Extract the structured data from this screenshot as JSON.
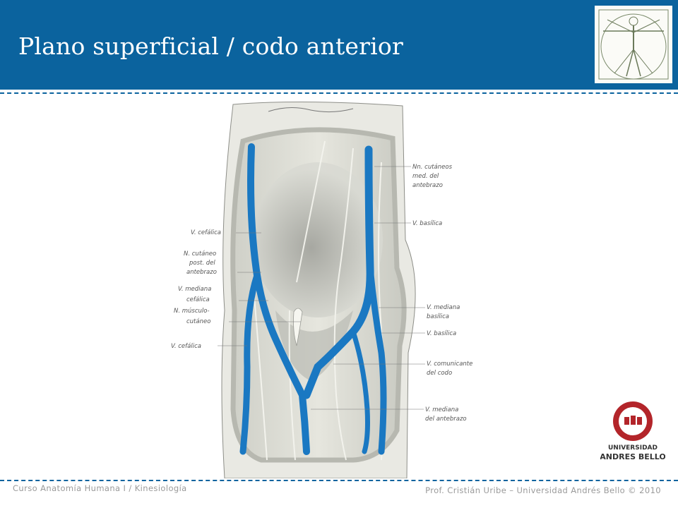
{
  "header": {
    "title": "Plano superficial / codo anterior"
  },
  "illustration": {
    "left_labels": [
      "V. cefálica",
      "N. cutáneo",
      "post. del",
      "antebrazo",
      "V. mediana",
      "cefálica",
      "N. músculo-",
      "cutáneo",
      "V. cefálica"
    ],
    "right_labels": [
      "Nn. cutáneos",
      "med. del",
      "antebrazo",
      "V. basílica",
      "V. mediana",
      "basílica",
      "V. basílica",
      "V. comunicante",
      "del codo",
      "V. mediana",
      "del antebrazo"
    ]
  },
  "logo": {
    "line1": "UNIVERSIDAD",
    "line2": "ANDRES BELLO"
  },
  "footer": {
    "left": "Curso Anatomía Humana I / Kinesiología",
    "right": "Prof. Cristián Uribe – Universidad Andrés Bello © 2010"
  },
  "colors": {
    "header_blue": "#0b639e",
    "vein_blue": "#1a78c2",
    "logo_red": "#b3252a"
  }
}
